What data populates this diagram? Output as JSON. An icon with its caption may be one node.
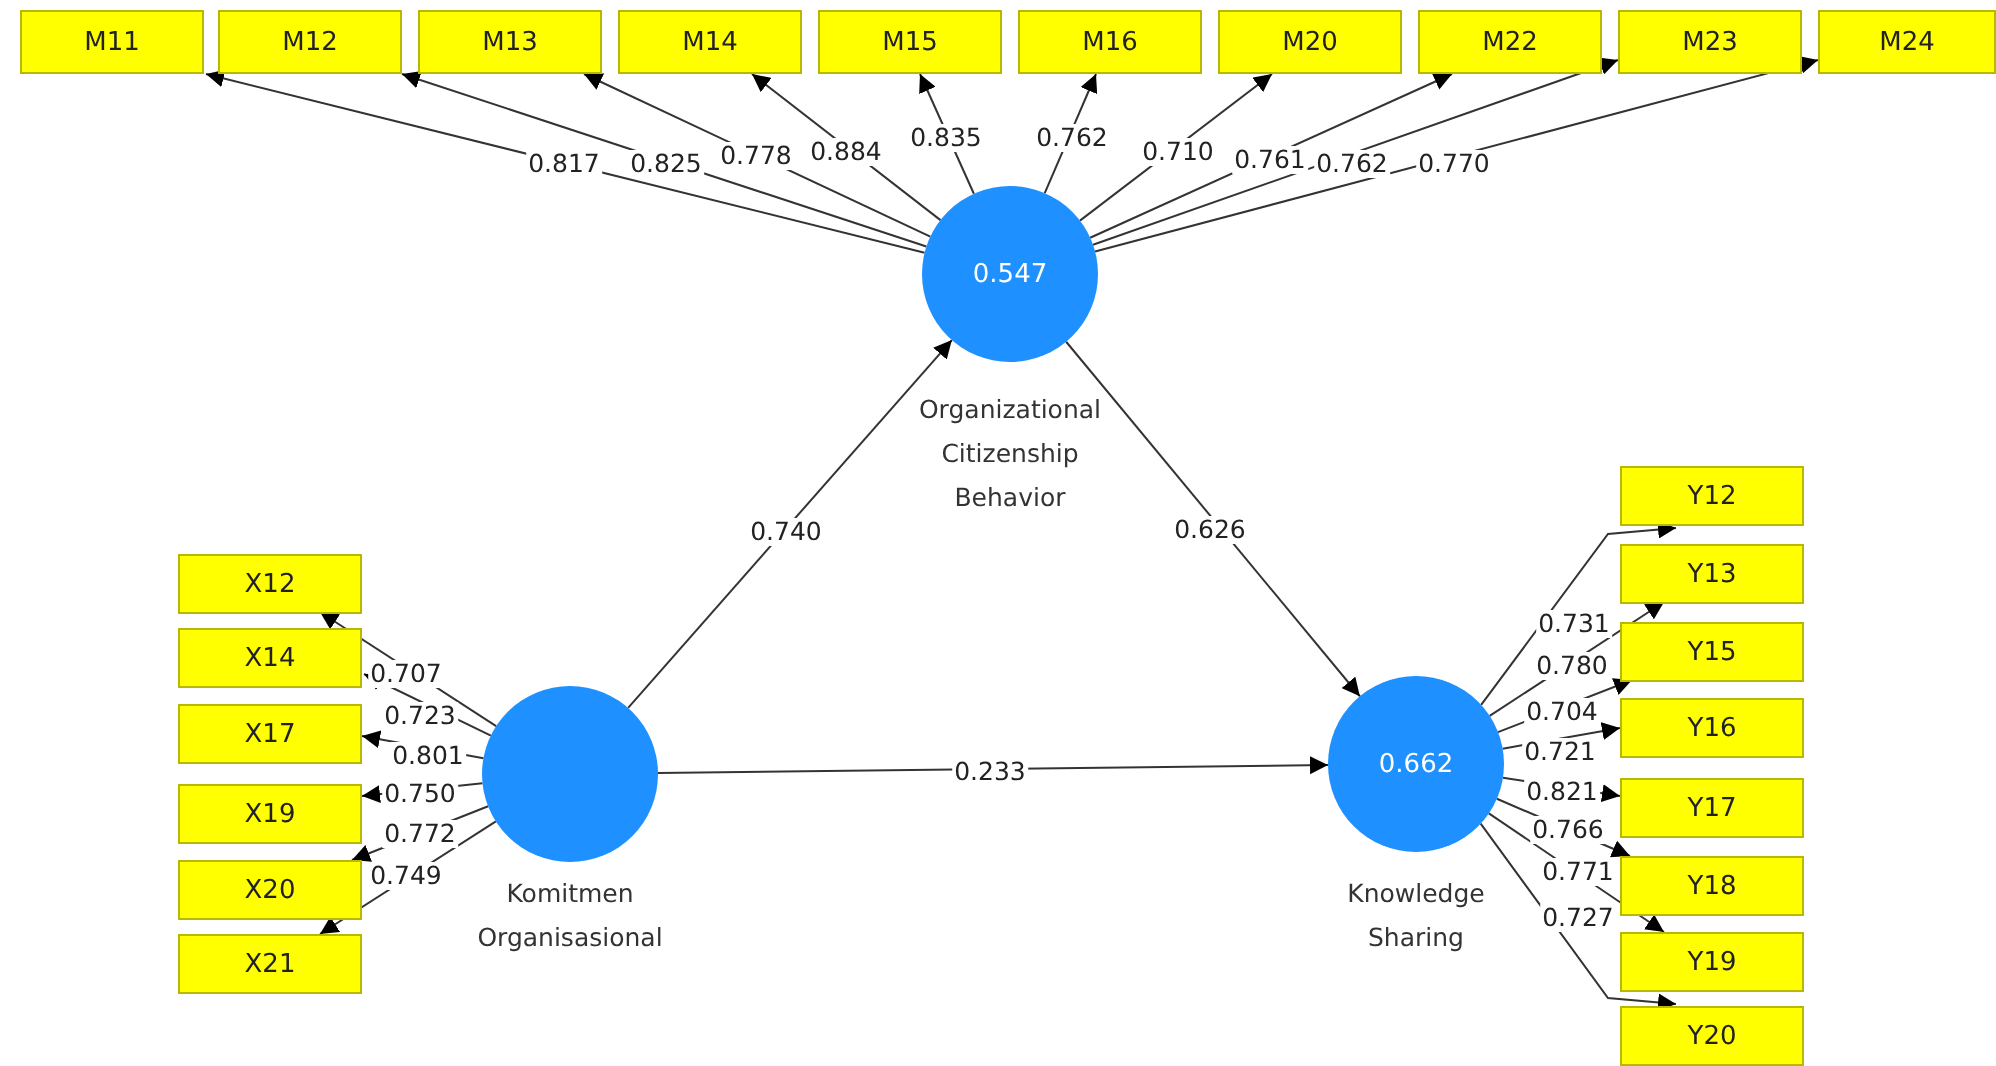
{
  "diagram": {
    "nodes": [
      {
        "text": [
          "M11"
        ]
      },
      {
        "text": [
          "M12"
        ]
      },
      {
        "text": [
          "M13"
        ]
      },
      {
        "text": [
          "M14"
        ]
      },
      {
        "text": [
          "M15"
        ]
      },
      {
        "text": [
          "M16"
        ]
      },
      {
        "text": [
          "M20"
        ]
      },
      {
        "text": [
          "M22"
        ]
      },
      {
        "text": [
          "M23"
        ]
      },
      {
        "text": [
          "M24"
        ]
      },
      {
        "text": [
          "0.547"
        ],
        "beside": [
          "Organizational Citizenship Behavior"
        ]
      },
      {
        "text": [
          "X12"
        ]
      },
      {
        "text": [
          "X14"
        ]
      },
      {
        "text": [
          "X17"
        ]
      },
      {
        "text": [
          "X19"
        ]
      },
      {
        "text": [
          "X20"
        ]
      },
      {
        "text": [
          "X21"
        ]
      },
      {
        "text": [],
        "shape": "circle",
        "beside": [
          "Komitmen Organisasional"
        ]
      },
      {
        "text": [
          "0.662"
        ],
        "beside": [
          "Knowledge Sharing"
        ]
      },
      {
        "text": [
          "Y12"
        ]
      },
      {
        "text": [
          "Y13"
        ]
      },
      {
        "text": [
          "Y15"
        ]
      },
      {
        "text": [
          "Y16"
        ]
      },
      {
        "text": [
          "Y17"
        ]
      },
      {
        "text": [
          "Y18"
        ]
      },
      {
        "text": [
          "Y19"
        ]
      },
      {
        "text": [
          "Y20"
        ]
      }
    ],
    "edges": [
      {
        "from": 10,
        "to": 0,
        "arrow": "to",
        "label": "0.817"
      },
      {
        "from": 10,
        "to": 1,
        "arrow": "to",
        "label": "0.825"
      },
      {
        "from": 10,
        "to": 2,
        "arrow": "to",
        "label": "0.778"
      },
      {
        "from": 10,
        "to": 3,
        "arrow": "to",
        "label": "0.884"
      },
      {
        "from": 10,
        "to": 4,
        "arrow": "to",
        "label": "0.835"
      },
      {
        "from": 10,
        "to": 5,
        "arrow": "to",
        "label": "0.762"
      },
      {
        "from": 10,
        "to": 6,
        "arrow": "to",
        "label": "0.710"
      },
      {
        "from": 10,
        "to": 7,
        "arrow": "to",
        "label": "0.761"
      },
      {
        "from": 10,
        "to": 8,
        "arrow": "to",
        "label": "0.762"
      },
      {
        "from": 10,
        "to": 9,
        "arrow": "to",
        "label": "0.770"
      },
      {
        "from": 17,
        "to": 11,
        "arrow": "to",
        "label": "0.707"
      },
      {
        "from": 17,
        "to": 12,
        "arrow": "to",
        "label": "0.723"
      },
      {
        "from": 17,
        "to": 13,
        "arrow": "to",
        "label": "0.801"
      },
      {
        "from": 17,
        "to": 14,
        "arrow": "to",
        "label": "0.750"
      },
      {
        "from": 17,
        "to": 15,
        "arrow": "to",
        "label": "0.772"
      },
      {
        "from": 17,
        "to": 16,
        "arrow": "to",
        "label": "0.749"
      },
      {
        "from": 17,
        "to": 10,
        "arrow": "to",
        "label": "0.740"
      },
      {
        "from": 10,
        "to": 18,
        "arrow": "to",
        "label": "0.626"
      },
      {
        "from": 17,
        "to": 18,
        "arrow": "to",
        "label": "0.233"
      },
      {
        "from": 18,
        "to": 19,
        "arrow": "to",
        "label": "0.731"
      },
      {
        "from": 18,
        "to": 20,
        "arrow": "to",
        "label": "0.780"
      },
      {
        "from": 18,
        "to": 21,
        "arrow": "to",
        "label": "0.704"
      },
      {
        "from": 18,
        "to": 22,
        "arrow": "to",
        "label": "0.721"
      },
      {
        "from": 18,
        "to": 23,
        "arrow": "to",
        "label": "0.821"
      },
      {
        "from": 18,
        "to": 24,
        "arrow": "to",
        "label": "0.766"
      },
      {
        "from": 18,
        "to": 25,
        "arrow": "to",
        "label": "0.771"
      },
      {
        "from": 18,
        "to": 26,
        "arrow": "to",
        "label": "0.727"
      }
    ]
  }
}
